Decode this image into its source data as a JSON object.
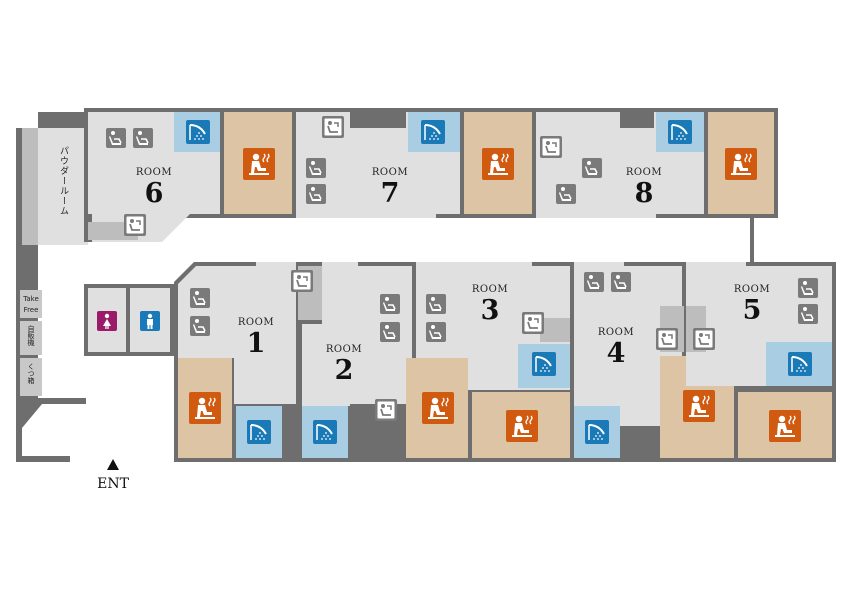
{
  "rooms": [
    {
      "id": "1",
      "label": "ROOM",
      "number": "1"
    },
    {
      "id": "2",
      "label": "ROOM",
      "number": "2"
    },
    {
      "id": "3",
      "label": "ROOM",
      "number": "3"
    },
    {
      "id": "4",
      "label": "ROOM",
      "number": "4"
    },
    {
      "id": "5",
      "label": "ROOM",
      "number": "5"
    },
    {
      "id": "6",
      "label": "ROOM",
      "number": "6"
    },
    {
      "id": "7",
      "label": "ROOM",
      "number": "7"
    },
    {
      "id": "8",
      "label": "ROOM",
      "number": "8"
    }
  ],
  "powder_room": "パウダールーム",
  "take_free": [
    "Take",
    "Free"
  ],
  "vending": "自販機",
  "shoe_box": "くつ箱",
  "entrance": "ENT",
  "colors": {
    "wall": "#6e6e6e",
    "floor": "#e0e0e0",
    "sauna_floor": "#dcc4a4",
    "sauna_icon": "#d05a10",
    "shower_floor": "#a9cde3",
    "shower_icon": "#1a7ab8",
    "chair_icon": "#7a7a7a",
    "wc_female": "#9b1b6a",
    "wc_male": "#1a7ab8"
  },
  "icons": {
    "sauna": "sauna-icon",
    "shower": "shower-icon",
    "chair": "reclining-chair-icon",
    "sink": "sink-icon",
    "wc_female": "female-restroom-icon",
    "wc_male": "male-restroom-icon"
  }
}
